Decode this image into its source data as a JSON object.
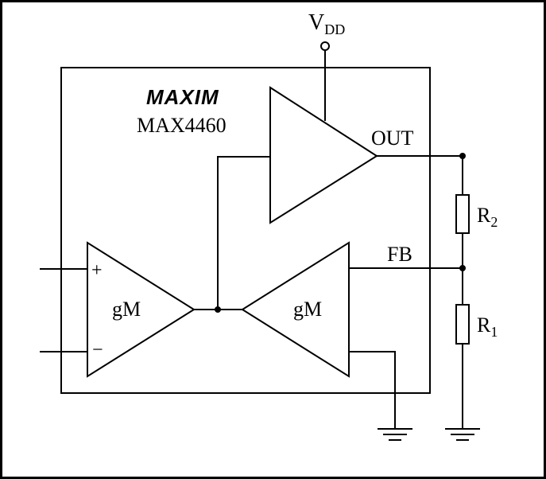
{
  "labels": {
    "vdd_main": "V",
    "vdd_sub": "DD",
    "logo": "MAXIM",
    "part_number": "MAX4460",
    "out": "OUT",
    "fb": "FB",
    "r2_main": "R",
    "r2_sub": "2",
    "r1_main": "R",
    "r1_sub": "1",
    "gm_left": "gM",
    "gm_right": "gM",
    "plus": "+",
    "minus": "−"
  }
}
